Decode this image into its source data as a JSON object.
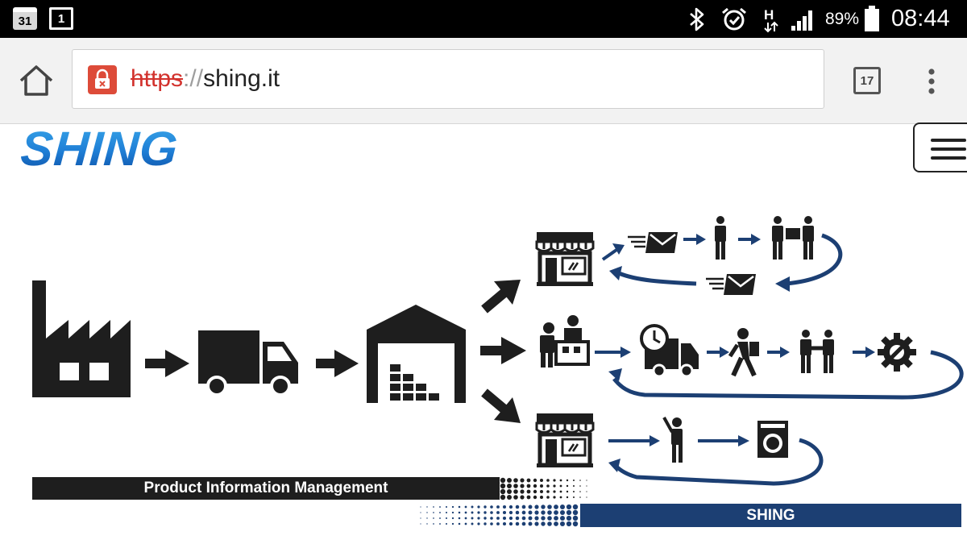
{
  "status_bar": {
    "calendar_day_icon": "31",
    "notification_count_icon": "1",
    "icons": [
      "bluetooth-icon",
      "alarm-icon",
      "network-h-icon",
      "signal-icon",
      "battery-icon"
    ],
    "network_type": "H",
    "battery_percent": "89%",
    "time": "08:44"
  },
  "browser": {
    "home_icon": "home-icon",
    "url_scheme": "https",
    "url_separator": "://",
    "url_host": "shing.it",
    "tab_count": "17",
    "menu_icon": "overflow-menu-icon",
    "security_badge_color": "#dd4b39"
  },
  "page": {
    "logo_text": "SHING",
    "menu_icon": "hamburger-icon",
    "diagram": {
      "pim_label": "Product Information Management",
      "shing_label": "SHING",
      "colors": {
        "icon": "#1e1e1e",
        "arrow_blue": "#1c3f73",
        "logo_blue": "#1f7fd6"
      }
    }
  }
}
